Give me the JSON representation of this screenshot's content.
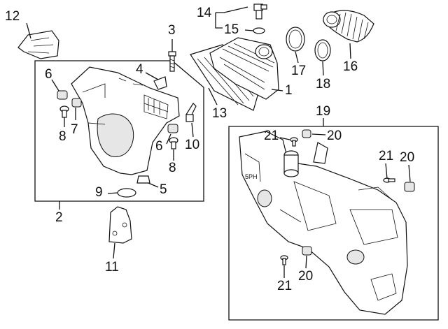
{
  "callouts": {
    "c1": "1",
    "c2": "2",
    "c3": "3",
    "c4": "4",
    "c5": "5",
    "c6a": "6",
    "c6b": "6",
    "c7": "7",
    "c8a": "8",
    "c8b": "8",
    "c9": "9",
    "c10": "10",
    "c11": "11",
    "c12": "12",
    "c13": "13",
    "c14": "14",
    "c15": "15",
    "c16": "16",
    "c17": "17",
    "c18": "18",
    "c19": "19",
    "c20a": "20",
    "c20b": "20",
    "c20c": "20",
    "c21a": "21",
    "c21b": "21",
    "c21c": "21"
  },
  "housing_stamp": "5PH",
  "colors": {
    "line": "#111111",
    "shade": "#e6e6e6",
    "background": "#ffffff"
  }
}
